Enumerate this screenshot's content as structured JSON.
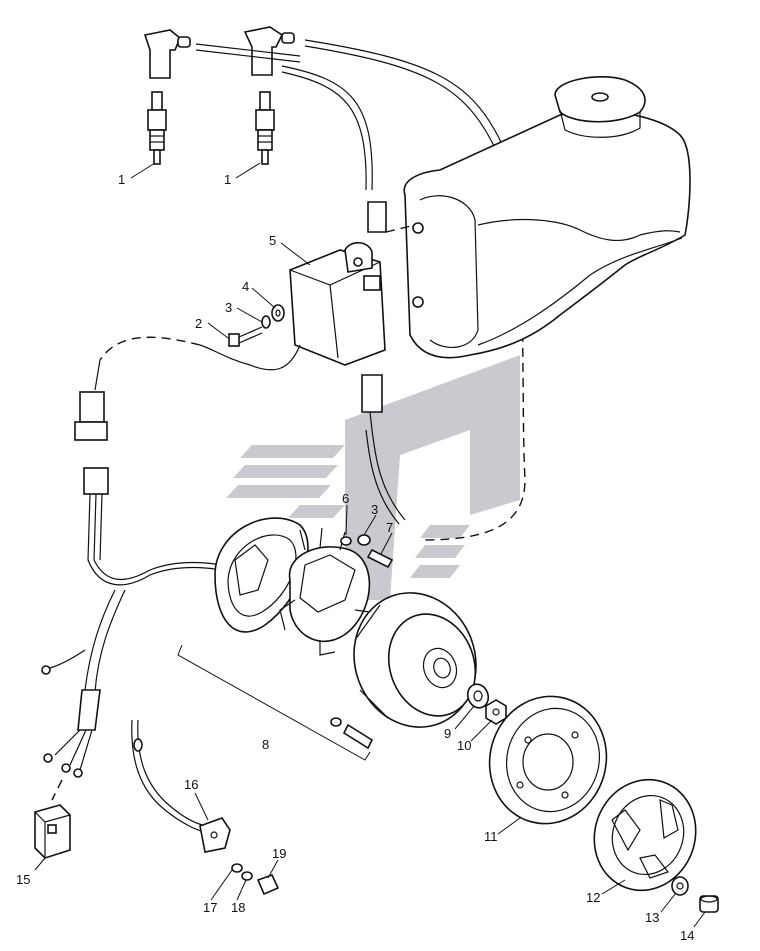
{
  "diagram": {
    "callouts": [
      {
        "id": "c1a",
        "text": "1"
      },
      {
        "id": "c1b",
        "text": "1"
      },
      {
        "id": "c2",
        "text": "2"
      },
      {
        "id": "c3a",
        "text": "3"
      },
      {
        "id": "c4",
        "text": "4"
      },
      {
        "id": "c5",
        "text": "5"
      },
      {
        "id": "c6",
        "text": "6"
      },
      {
        "id": "c3b",
        "text": "3"
      },
      {
        "id": "c7",
        "text": "7"
      },
      {
        "id": "c8",
        "text": "8"
      },
      {
        "id": "c9",
        "text": "9"
      },
      {
        "id": "c10",
        "text": "10"
      },
      {
        "id": "c11",
        "text": "11"
      },
      {
        "id": "c12",
        "text": "12"
      },
      {
        "id": "c13",
        "text": "13"
      },
      {
        "id": "c14",
        "text": "14"
      },
      {
        "id": "c15",
        "text": "15"
      },
      {
        "id": "c16",
        "text": "16"
      },
      {
        "id": "c17",
        "text": "17"
      },
      {
        "id": "c18",
        "text": "18"
      },
      {
        "id": "c19",
        "text": "19"
      }
    ],
    "colors": {
      "line": "#111111",
      "watermark": "#c9c9cf",
      "background": "#ffffff"
    }
  }
}
